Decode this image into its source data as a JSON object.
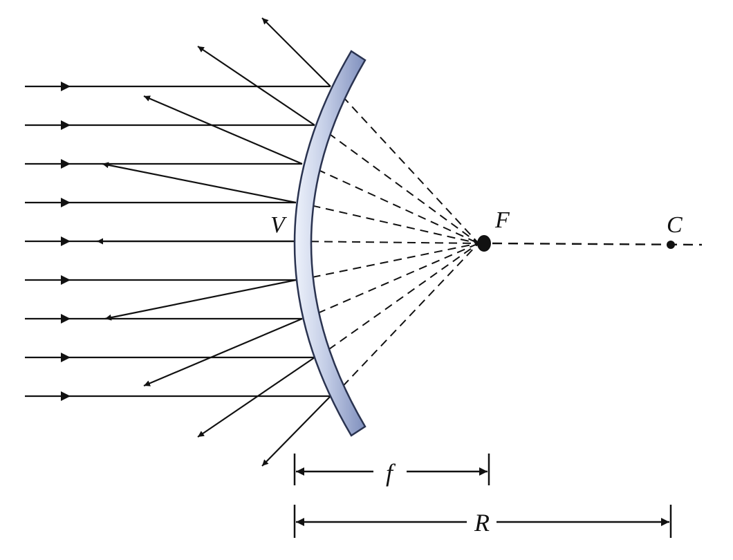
{
  "labels": {
    "vertex": "V",
    "focal_point": "F",
    "center_of_curvature": "C",
    "focal_length": "f",
    "radius": "R"
  },
  "colors": {
    "mirror_fill": "#a9b6d6",
    "mirror_highlight": "#eef2fb",
    "mirror_stroke": "#2a3350",
    "ray": "#111111"
  }
}
